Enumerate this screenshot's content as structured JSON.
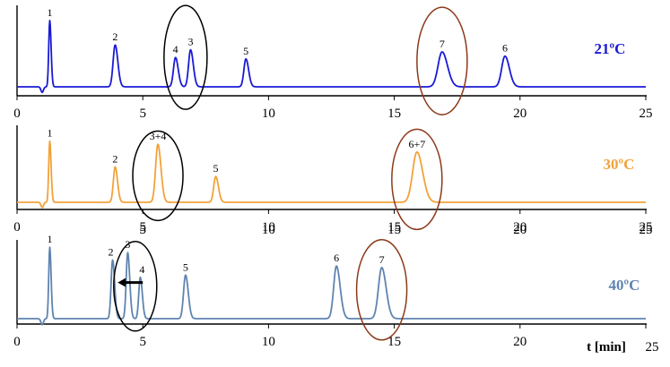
{
  "chart_data": [
    {
      "type": "line",
      "panel": "top",
      "label": "21ºC",
      "color": "#1a1ad6",
      "xlim": [
        0,
        25
      ],
      "x_ticks": [
        "0",
        "5",
        "10",
        "15",
        "20",
        "25"
      ],
      "baseline_dip_min": 1.0,
      "peaks": [
        {
          "id": "1",
          "t": 1.3,
          "height": 0.95,
          "width": 0.04
        },
        {
          "id": "2",
          "t": 3.9,
          "height": 0.6,
          "width": 0.08
        },
        {
          "id": "4",
          "t": 6.3,
          "height": 0.42,
          "width": 0.08
        },
        {
          "id": "3",
          "t": 6.9,
          "height": 0.53,
          "width": 0.08
        },
        {
          "id": "5",
          "t": 9.1,
          "height": 0.4,
          "width": 0.08
        },
        {
          "id": "7",
          "t": 16.9,
          "height": 0.5,
          "width": 0.16
        },
        {
          "id": "6",
          "t": 19.4,
          "height": 0.44,
          "width": 0.13
        }
      ],
      "circled": [
        {
          "center_t": 6.7,
          "color": "#000000"
        },
        {
          "center_t": 16.9,
          "color": "#8b3a1a"
        }
      ]
    },
    {
      "type": "line",
      "panel": "middle",
      "label": "30ºC",
      "color": "#f2a23a",
      "xlim": [
        0,
        25
      ],
      "x_ticks": [
        "0",
        "5",
        "10",
        "15",
        "20",
        "25"
      ],
      "baseline_dip_min": 1.0,
      "peaks": [
        {
          "id": "1",
          "t": 1.3,
          "height": 0.95,
          "width": 0.04
        },
        {
          "id": "2",
          "t": 3.9,
          "height": 0.55,
          "width": 0.07
        },
        {
          "id": "3+4",
          "t": 5.6,
          "height": 0.9,
          "width": 0.09
        },
        {
          "id": "5",
          "t": 7.9,
          "height": 0.4,
          "width": 0.08
        },
        {
          "id": "6+7",
          "t": 15.9,
          "height": 0.78,
          "width": 0.17
        }
      ],
      "circled": [
        {
          "center_t": 5.6,
          "color": "#000000"
        },
        {
          "center_t": 15.9,
          "color": "#8b3a1a"
        }
      ]
    },
    {
      "type": "line",
      "panel": "bottom",
      "label": "40ºC",
      "color": "#5f84b0",
      "xlim": [
        0,
        25
      ],
      "x_ticks": [
        "0",
        "5",
        "10",
        "15",
        "20",
        "25"
      ],
      "top_ticks": [
        "5",
        "10",
        "15",
        "20",
        "25"
      ],
      "baseline_dip_min": 1.0,
      "xlabel": "t [min]",
      "peaks": [
        {
          "id": "1",
          "t": 1.3,
          "height": 0.95,
          "width": 0.04
        },
        {
          "id": "2",
          "t": 3.8,
          "height": 0.78,
          "width": 0.06
        },
        {
          "id": "3",
          "t": 4.4,
          "height": 0.88,
          "width": 0.06
        },
        {
          "id": "4",
          "t": 4.9,
          "height": 0.55,
          "width": 0.06
        },
        {
          "id": "5",
          "t": 6.7,
          "height": 0.58,
          "width": 0.08
        },
        {
          "id": "6",
          "t": 12.7,
          "height": 0.7,
          "width": 0.11
        },
        {
          "id": "7",
          "t": 14.5,
          "height": 0.68,
          "width": 0.13
        }
      ],
      "circled": [
        {
          "center_t": 4.7,
          "color": "#000000"
        },
        {
          "center_t": 14.5,
          "color": "#8b3a1a"
        }
      ],
      "arrow": {
        "from_t": 5.0,
        "to_t": 4.0
      }
    }
  ]
}
